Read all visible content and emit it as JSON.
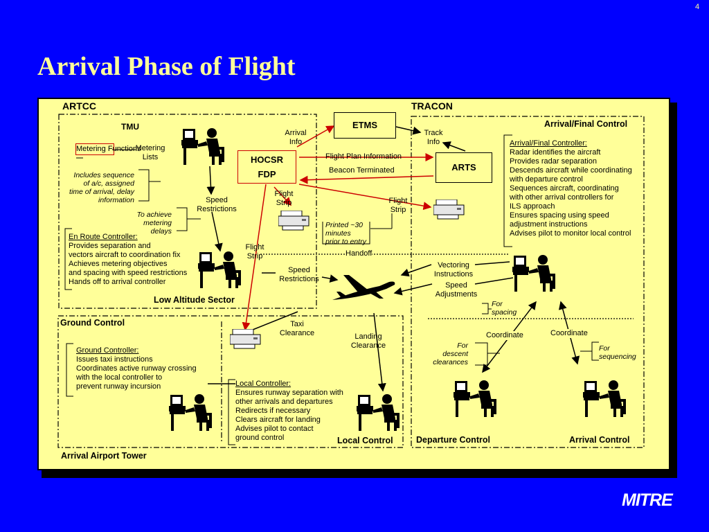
{
  "page_number": "4",
  "title": "Arrival Phase of Flight",
  "logo": "MITRE",
  "artcc": {
    "label": "ARTCC",
    "tmu": {
      "label": "TMU",
      "metering_functions": "Metering Functions",
      "metering_lists": "Metering Lists",
      "includes_sequence": [
        "Includes sequence",
        "of a/c, assigned",
        "time of arrival, delay",
        "information"
      ],
      "speed_restrictions": "Speed Restrictions",
      "to_achieve": [
        "To achieve",
        "metering",
        "delays"
      ]
    },
    "en_route": {
      "heading": "En Route Controller:",
      "lines": [
        "Provides separation and",
        "vectors aircraft to coordination fix",
        "Achieves metering objectives",
        "and spacing with speed restrictions",
        "Hands off to arrival controller"
      ]
    },
    "low_altitude_sector": "Low Altitude Sector"
  },
  "center": {
    "etms": "ETMS",
    "hocsr": "HOCSR",
    "fdp": "FDP",
    "arts": "ARTS",
    "arrival_info": "Arrival Info",
    "track_info": "Track Info",
    "flight_plan_information": "Flight Plan Information",
    "beacon_terminated": "Beacon Terminated",
    "flight_strip_1": "Flight Strip",
    "flight_strip_2": "Flight Strip",
    "flight_strip_3": "Flight Strip",
    "printed_note": [
      "Printed ~30",
      "minutes",
      "prior to entry"
    ],
    "handoff": "Handoff",
    "speed_restrictions": "Speed Restrictions",
    "vectoring_instructions": "Vectoring Instructions",
    "speed_adjustments": "Speed Adjustments",
    "for_spacing": [
      "For",
      "spacing"
    ],
    "taxi_clearance": "Taxi Clearance",
    "landing_clearance": "Landing Clearance"
  },
  "tracon": {
    "label": "TRACON",
    "arrival_final_control": "Arrival/Final Control",
    "afc_heading": "Arrival/Final Controller:",
    "afc_lines": [
      "Radar identifies the aircraft",
      "Provides radar separation",
      "Descends aircraft while coordinating",
      "with departure control",
      "Sequences aircraft, coordinating",
      "with other arrival controllers for",
      "ILS approach",
      "Ensures spacing using speed",
      "adjustment instructions",
      "Advises pilot to monitor local control"
    ],
    "coordinate_1": "Coordinate",
    "coordinate_2": "Coordinate",
    "for_descent": [
      "For",
      "descent",
      "clearances"
    ],
    "for_sequencing": [
      "For",
      "sequencing"
    ],
    "departure_control": "Departure Control",
    "arrival_control": "Arrival Control"
  },
  "tower": {
    "ground_control": "Ground Control",
    "ground_heading": "Ground Controller:",
    "ground_lines": [
      "Issues taxi instructions",
      "Coordinates active runway crossing",
      "with the local controller to",
      "prevent runway incursion"
    ],
    "local_heading": "Local Controller:",
    "local_lines": [
      "Ensures runway separation with",
      "other arrivals and departures",
      "Redirects if necessary",
      "Clears aircraft for landing",
      "Advises pilot to contact",
      "ground control"
    ],
    "local_control": "Local Control",
    "arrival_airport_tower": "Arrival Airport Tower"
  },
  "colors": {
    "background": "#0000ff",
    "panel": "#ffff99",
    "title": "#ffff99",
    "arrow_red": "#cc0000"
  },
  "icons": [
    "controller-workstation-icon",
    "printer-icon",
    "airplane-icon"
  ]
}
